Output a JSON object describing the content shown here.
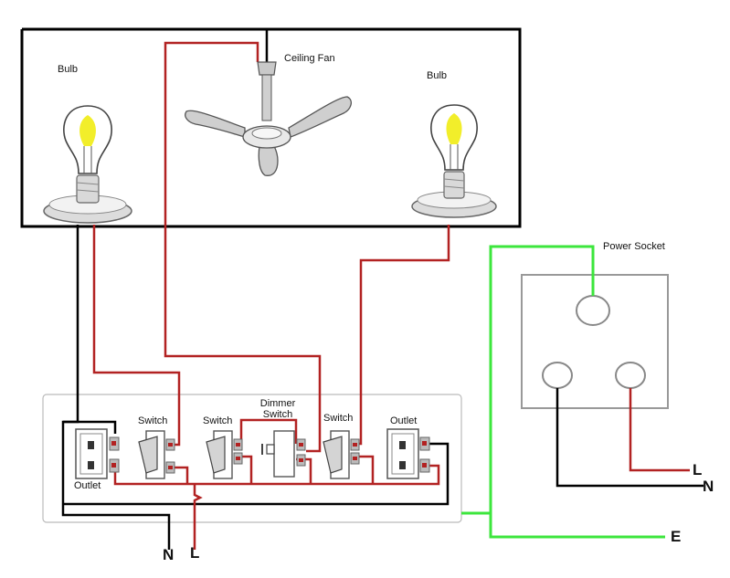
{
  "labels": {
    "bulb_left": "Bulb",
    "bulb_right": "Bulb",
    "ceiling_fan": "Ceiling Fan",
    "power_socket": "Power Socket",
    "switch_1": "Switch",
    "switch_2": "Switch",
    "dimmer_line1": "Dimmer",
    "dimmer_line2": "Switch",
    "switch_3": "Switch",
    "outlet_right": "Outlet",
    "outlet_left": "Outlet"
  },
  "terminals": {
    "neutral_bottom": "N",
    "live_bottom": "L",
    "live_socket": "L",
    "neutral_socket": "N",
    "earth": "E"
  },
  "colors": {
    "live": "#b22222",
    "neutral": "#000000",
    "earth": "#3ce63c",
    "frame": "#000000",
    "panel": "#aaaaaa",
    "socket": "#999999",
    "bulb_glow": "#f2ee2a"
  }
}
